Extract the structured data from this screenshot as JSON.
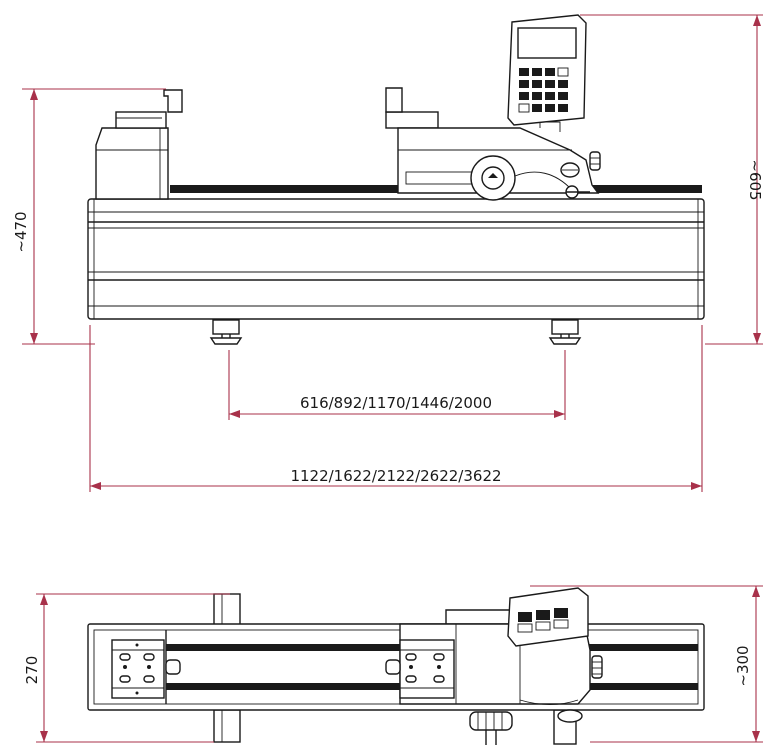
{
  "colors": {
    "dimension_line": "#a8314a",
    "drawing_line": "#1a1a1a",
    "background": "#ffffff"
  },
  "front_view": {
    "height_left": "~470",
    "height_right": "~605",
    "feet_spacing": "616/892/1170/1446/2000",
    "overall_length": "1122/1622/2122/2622/3622"
  },
  "top_view": {
    "depth_left": "270",
    "depth_right": "~300"
  }
}
